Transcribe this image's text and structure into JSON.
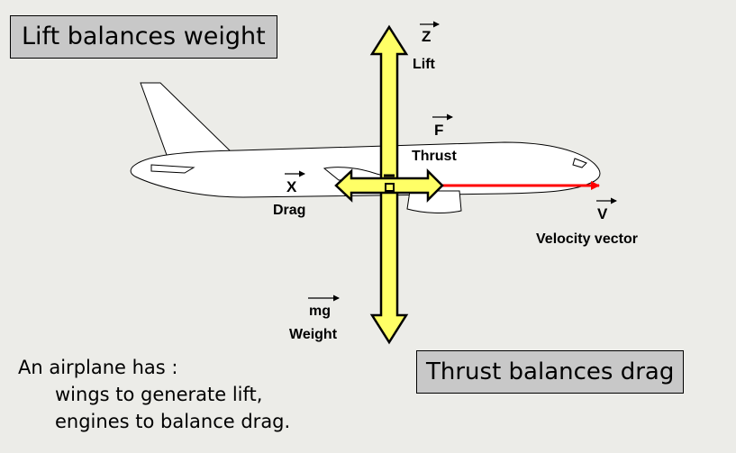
{
  "boxes": {
    "lift_balances_weight": "Lift balances weight",
    "thrust_balances_drag": "Thrust balances drag"
  },
  "forces": {
    "lift": {
      "symbol": "Z",
      "name": "Lift"
    },
    "thrust": {
      "symbol": "F",
      "name": "Thrust"
    },
    "drag": {
      "symbol": "X",
      "name": "Drag"
    },
    "weight": {
      "symbol": "mg",
      "name": "Weight"
    },
    "velocity": {
      "symbol": "V",
      "name": "Velocity vector"
    }
  },
  "note": {
    "line1": "An airplane has :",
    "line2": "wings to generate lift,",
    "line3": "engines to balance drag."
  },
  "colors": {
    "arrow_fill": "#ffff66",
    "velocity": "#ff0000",
    "box_bg": "#c8c8c8",
    "background": "#ecece8"
  }
}
